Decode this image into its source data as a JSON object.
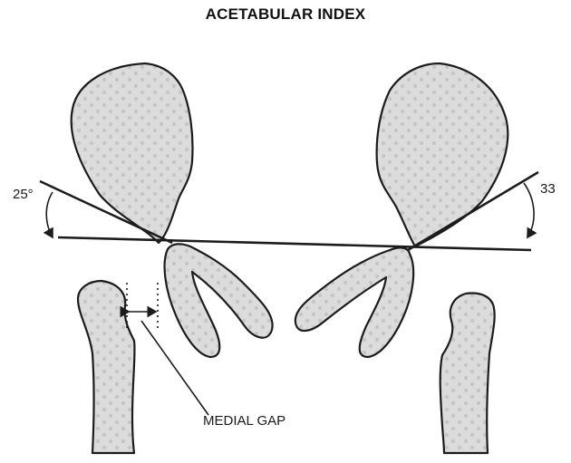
{
  "title": "ACETABULAR INDEX",
  "labels": {
    "left_angle": "25°",
    "right_angle": "33",
    "medial_gap": "MEDIAL GAP"
  },
  "colors": {
    "bone_fill": "#dcdcdc",
    "outline": "#1c1c1c"
  }
}
